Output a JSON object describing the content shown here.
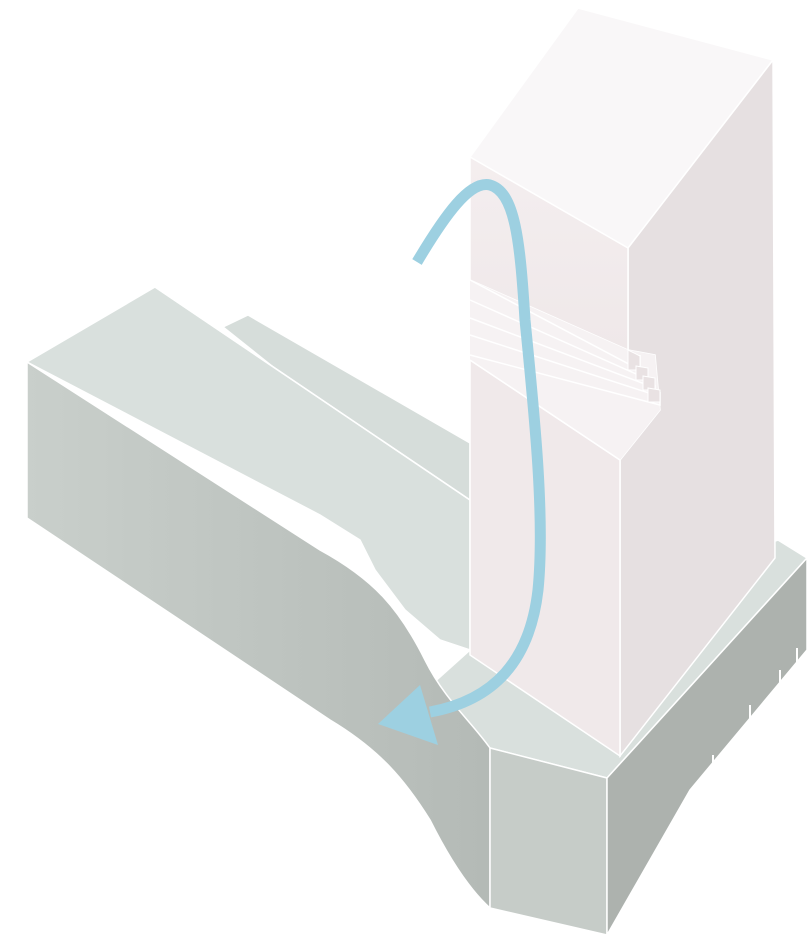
{
  "diagram": {
    "description_visible_text": "",
    "colors": {
      "background": "#ffffff",
      "podium_top": "#d9e0dd",
      "podium_side_light": "#c6ccc8",
      "podium_side_dark": "#adb2ae",
      "tower_top": "#f8f5f6",
      "tower_front": "#f1eaeb",
      "tower_side": "#e7e1e2",
      "edge": "#ffffff",
      "arrow": "#9dd0e1"
    },
    "elements": [
      "podium-block",
      "tower-block",
      "setback-steps",
      "airflow-arrow"
    ]
  }
}
